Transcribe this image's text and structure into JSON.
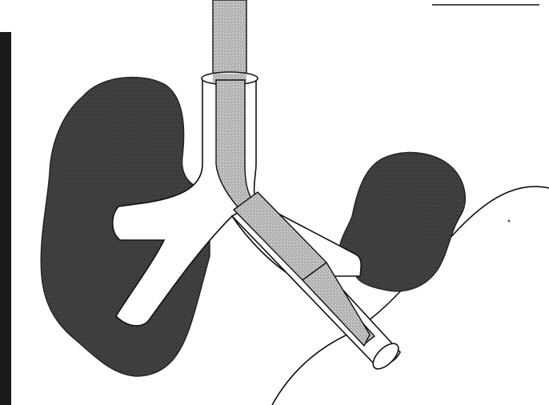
{
  "figure": {
    "colors": {
      "background": "#ffffff",
      "lung": "#3a3a3a",
      "lung_texture": "#6a6a6a",
      "tube_fill": "#bdbdbd",
      "tube_shade": "#9a9a9a",
      "outline": "#111111",
      "left_border": "#1a1a1a"
    },
    "components": [
      "left-lung",
      "right-lung",
      "trachea",
      "endobronchial-tube",
      "tracheal-cuff",
      "bronchial-cuff",
      "heart-outline"
    ]
  }
}
